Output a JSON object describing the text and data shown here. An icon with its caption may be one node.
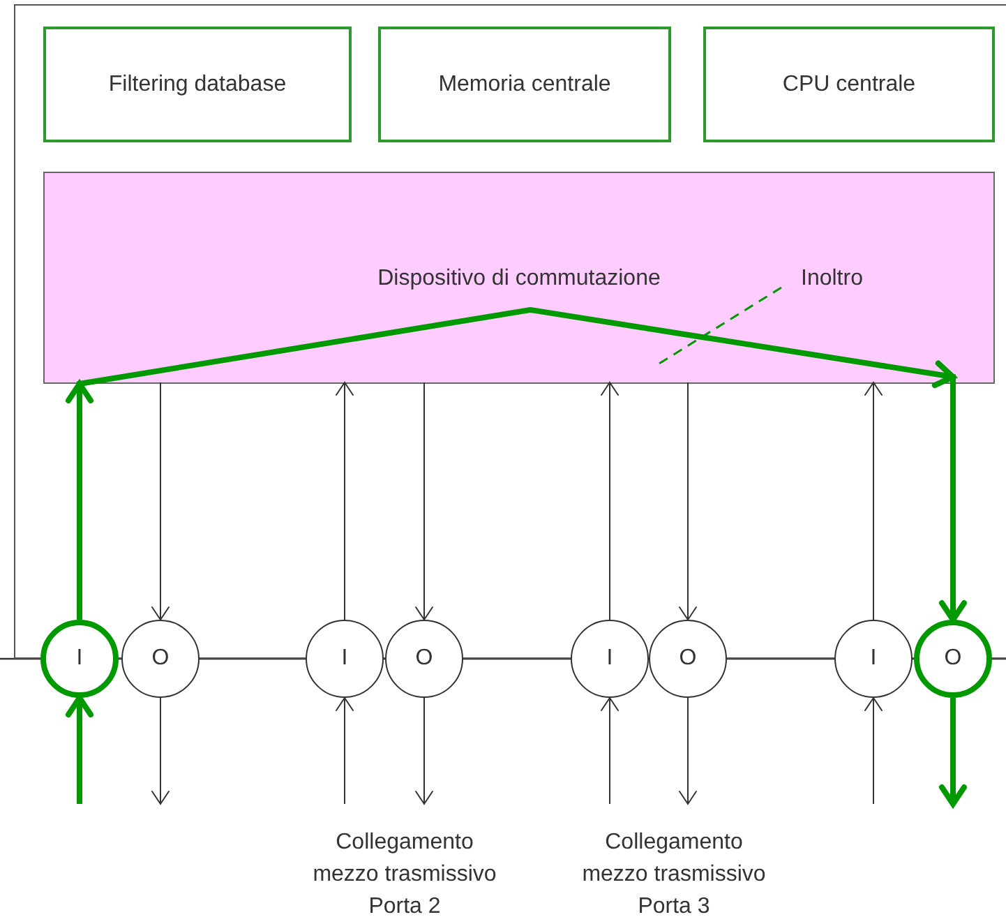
{
  "diagram": {
    "nodes": [
      {
        "text": [],
        "shape": "box"
      },
      {
        "text": [
          "Filtering database"
        ],
        "in": 0
      },
      {
        "text": [
          "Memoria centrale"
        ],
        "in": 0
      },
      {
        "text": [
          "CPU centrale"
        ],
        "in": 0
      },
      {
        "text": [
          "Dispositivo di commutazione"
        ],
        "in": 0
      },
      {
        "text": [
          "Inoltro"
        ],
        "in": 4
      },
      {
        "text": [
          "I"
        ]
      },
      {
        "text": [
          "O"
        ]
      },
      {
        "text": [
          "I"
        ]
      },
      {
        "text": [
          "O"
        ]
      },
      {
        "text": [
          "I"
        ]
      },
      {
        "text": [
          "O"
        ]
      },
      {
        "text": [
          "I"
        ]
      },
      {
        "text": [
          "O"
        ]
      }
    ],
    "edges": [
      {
        "from": null,
        "to": 6,
        "arrow": "to",
        "style": "thick",
        "color": "#009900"
      },
      {
        "from": 6,
        "to": 13,
        "arrow": "to",
        "style": "thick",
        "color": "#009900"
      },
      {
        "from": 13,
        "to": null,
        "arrow": "to",
        "style": "thick",
        "color": "#009900"
      },
      {
        "from": 4,
        "to": 7,
        "arrow": "to"
      },
      {
        "from": 7,
        "to": null,
        "arrow": "to"
      },
      {
        "from": null,
        "to": 8,
        "arrow": "to"
      },
      {
        "from": 8,
        "to": 4,
        "arrow": "to"
      },
      {
        "from": 4,
        "to": 9,
        "arrow": "to"
      },
      {
        "from": 9,
        "to": null,
        "arrow": "to"
      },
      {
        "from": null,
        "to": 10,
        "arrow": "to"
      },
      {
        "from": 10,
        "to": 4,
        "arrow": "to"
      },
      {
        "from": 4,
        "to": 11,
        "arrow": "to"
      },
      {
        "from": 11,
        "to": null,
        "arrow": "to"
      },
      {
        "from": null,
        "to": 12,
        "arrow": "to"
      },
      {
        "from": 12,
        "to": 4,
        "arrow": "to"
      },
      {
        "from": 5,
        "to": null,
        "arrow": "none",
        "style": "dashed",
        "color": "#009900"
      }
    ],
    "labels": [
      "Collegamento mezzo trasmissivo Porta 2",
      "Collegamento mezzo trasmissivo Porta 3"
    ]
  }
}
